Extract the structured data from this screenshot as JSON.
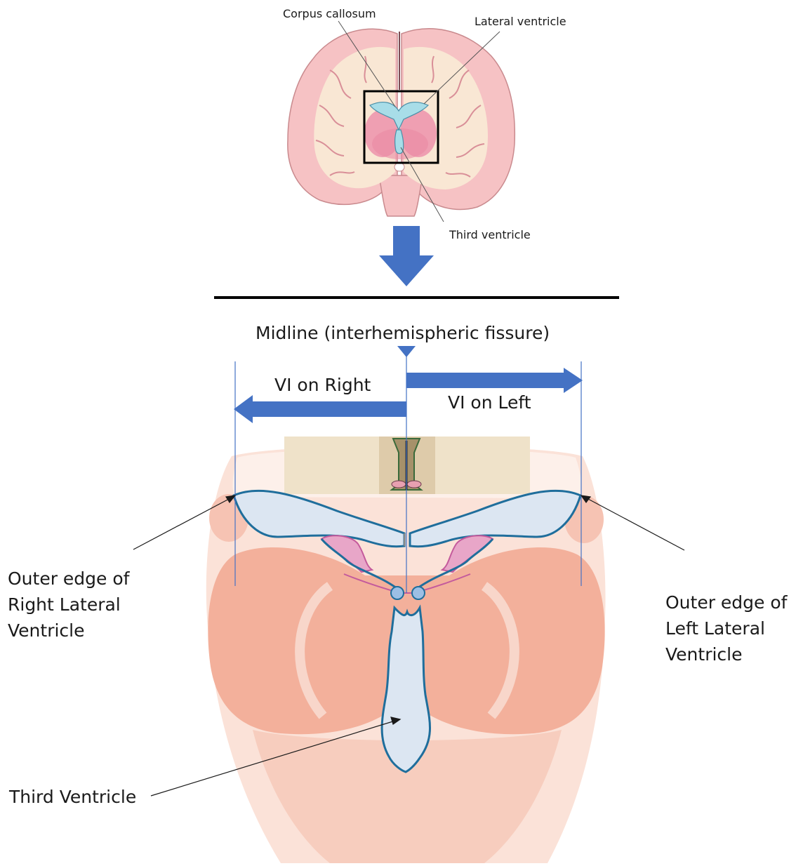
{
  "top_figure": {
    "labels": {
      "corpus_callosum": "Corpus callosum",
      "lateral_ventricle": "Lateral ventricle",
      "third_ventricle": "Third ventricle"
    }
  },
  "bottom_figure": {
    "midline_label": "Midline (interhemispheric fissure)",
    "vi_right_label": "VI on Right",
    "vi_left_label": "VI on Left",
    "outer_right": [
      "Outer edge of",
      "Right Lateral",
      "Ventricle"
    ],
    "outer_left": [
      "Outer edge of",
      "Left Lateral",
      "Ventricle"
    ],
    "third_ventricle_label": "Third Ventricle"
  },
  "colors": {
    "arrow_blue": "#4472c4",
    "ventricle_fill": "#dce6f2",
    "ventricle_stroke": "#1f6e9c",
    "tissue_salmon": "#f2b09a",
    "cortex_pink": "#f6c0c4",
    "white_matter": "#f8ead6",
    "csf_cyan": "#a8dde8"
  }
}
